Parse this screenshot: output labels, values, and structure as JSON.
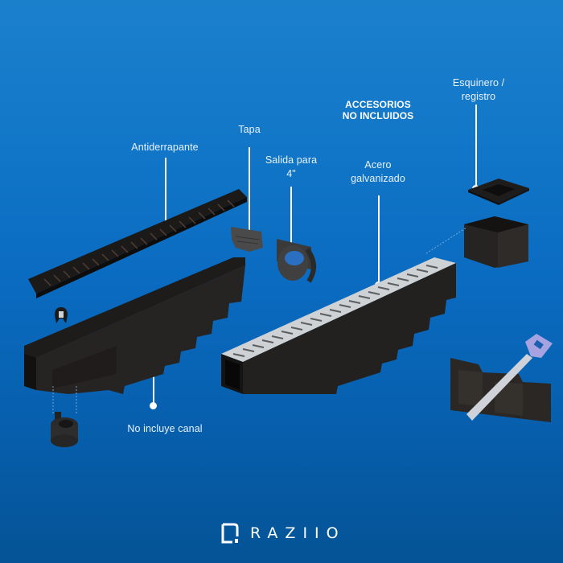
{
  "labels": {
    "antiderrapante": "Antiderrapante",
    "tapa": "Tapa",
    "salida_line1": "Salida para",
    "salida_line2": "4\"",
    "acero_line1": "Acero",
    "acero_line2": "galvanizado",
    "accesorios_line1": "ACCESORIOS",
    "accesorios_line2": "NO INCLUIDOS",
    "esquinero_line1": "Esquinero /",
    "esquinero_line2": "registro",
    "no_incluye": "No incluye canal"
  },
  "brand": {
    "name": "RAZIIO"
  },
  "colors": {
    "background_top": "#1b80cc",
    "background_bottom": "#045395",
    "label_text": "#e8f2fb",
    "product_black": "#1e1c1b",
    "galvanized_steel": "#c9ccd0",
    "saw_handle": "#a7a3e0"
  }
}
